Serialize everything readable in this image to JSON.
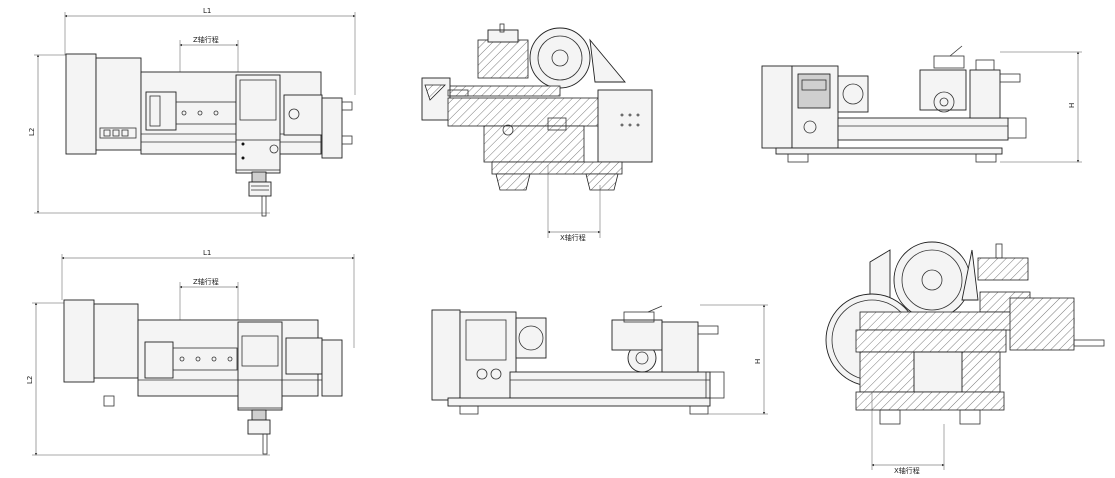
{
  "dimensions": {
    "l1": "L1",
    "l2": "L2",
    "h": "H",
    "z_travel": "Z轴行程",
    "x_travel": "X轴行程"
  },
  "colors": {
    "line": "#333333",
    "background": "#ffffff"
  }
}
